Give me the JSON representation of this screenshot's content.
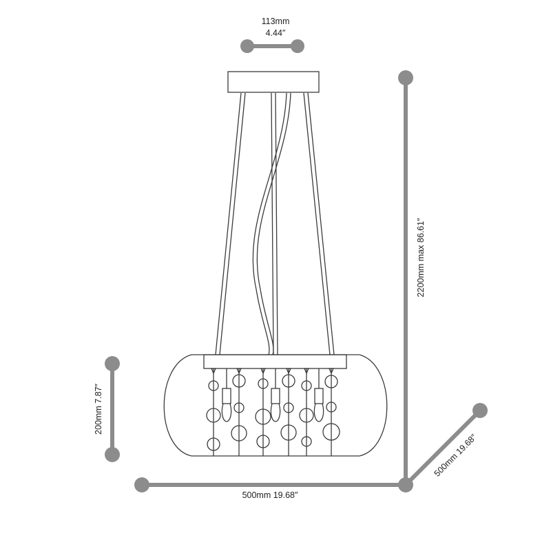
{
  "dimensions": {
    "canopy_width": {
      "metric": "113mm",
      "imperial": "4.44″"
    },
    "overall_height": {
      "label": "2200mm max  86.61″"
    },
    "shade_height": {
      "label": "200mm  7.87″"
    },
    "width": {
      "label": "500mm  19.68″"
    },
    "depth": {
      "label": "500mm  19.68″"
    }
  },
  "colors": {
    "dimension_line": "#8c8c8c",
    "line_art": "#3a3a3a",
    "text": "#222222"
  }
}
